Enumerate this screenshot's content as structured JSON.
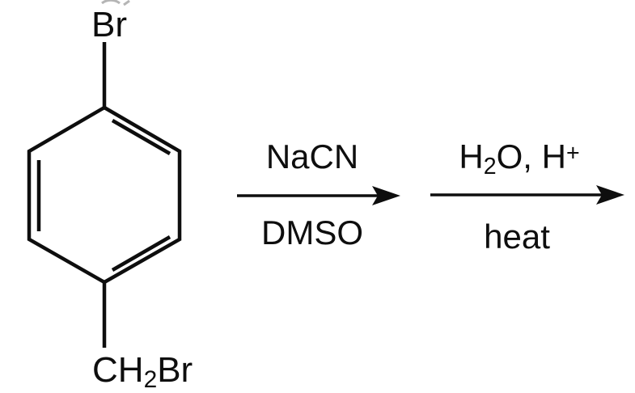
{
  "colors": {
    "ink": "#0e0e0e",
    "background": "#ffffff"
  },
  "molecule": {
    "top_label": "Br",
    "bottom_label": {
      "ch": "CH",
      "sub": "2",
      "br": "Br"
    }
  },
  "step1": {
    "above": "NaCN",
    "below": "DMSO"
  },
  "step2": {
    "above": {
      "h": "H",
      "sub": "2",
      "rest": "O, H",
      "sup": "+"
    },
    "below": "heat"
  }
}
